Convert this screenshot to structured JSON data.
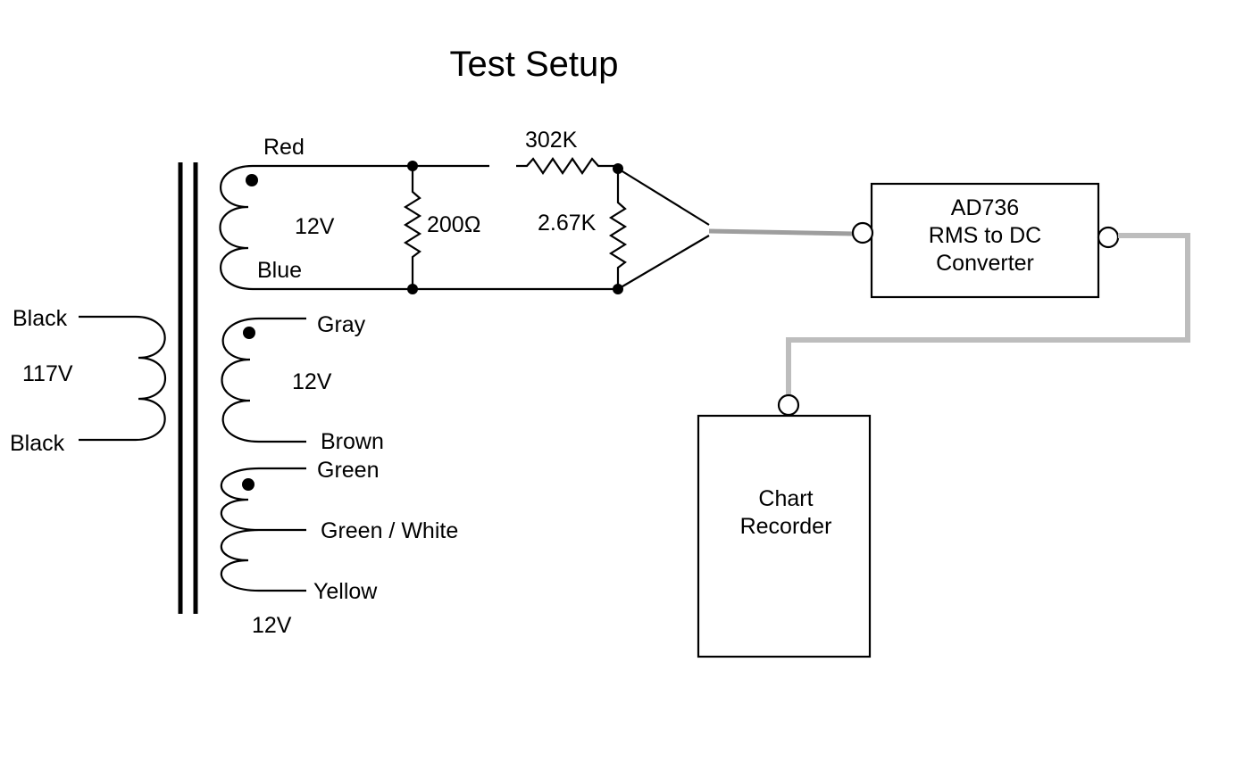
{
  "title": "Test Setup",
  "primary": {
    "top_lead": "Black",
    "voltage": "117V",
    "bottom_lead": "Black"
  },
  "secondary1": {
    "top_lead": "Red",
    "voltage": "12V",
    "bottom_lead": "Blue"
  },
  "secondary2": {
    "top_lead": "Gray",
    "voltage": "12V",
    "bottom_lead": "Brown"
  },
  "secondary3": {
    "top_lead": "Green",
    "center_tap": "Green / White",
    "bottom_lead": "Yellow",
    "voltage": "12V"
  },
  "resistors": {
    "load": "200Ω",
    "series": "302K",
    "shunt": "2.67K"
  },
  "converter": {
    "line1": "AD736",
    "line2": "RMS to DC",
    "line3": "Converter"
  },
  "recorder": {
    "line1": "Chart",
    "line2": "Recorder"
  },
  "colors": {
    "wire": "#000000",
    "signal_wire": "#bdbdbd"
  }
}
